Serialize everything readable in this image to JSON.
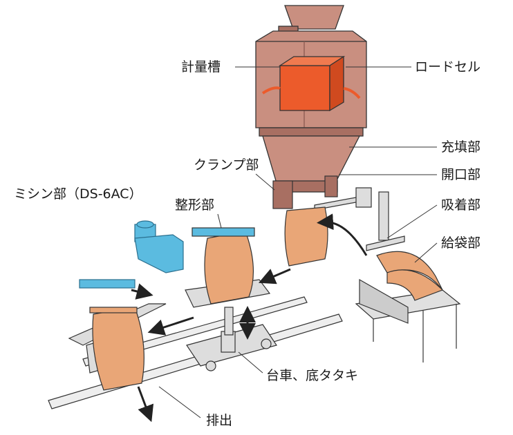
{
  "labels": {
    "weighing_tank": "計量槽",
    "load_cell": "ロードセル",
    "filling_unit": "充填部",
    "clamp_unit": "クランプ部",
    "opening_unit": "開口部",
    "sewing_unit": "ミシン部（DS-6AC）",
    "shaping_unit": "整形部",
    "suction_unit": "吸着部",
    "bag_feeding_unit": "給袋部",
    "cart_bottom_tapping": "台車、底タタキ",
    "discharge": "排出"
  },
  "colors": {
    "machine": "#c98f80",
    "machine_dark": "#a86f62",
    "tank_highlight": "#ec5b2b",
    "bag": "#e9a677",
    "sewing_machine": "#5bbbe0",
    "table": "#dcdcdc",
    "arrow": "#222222"
  }
}
